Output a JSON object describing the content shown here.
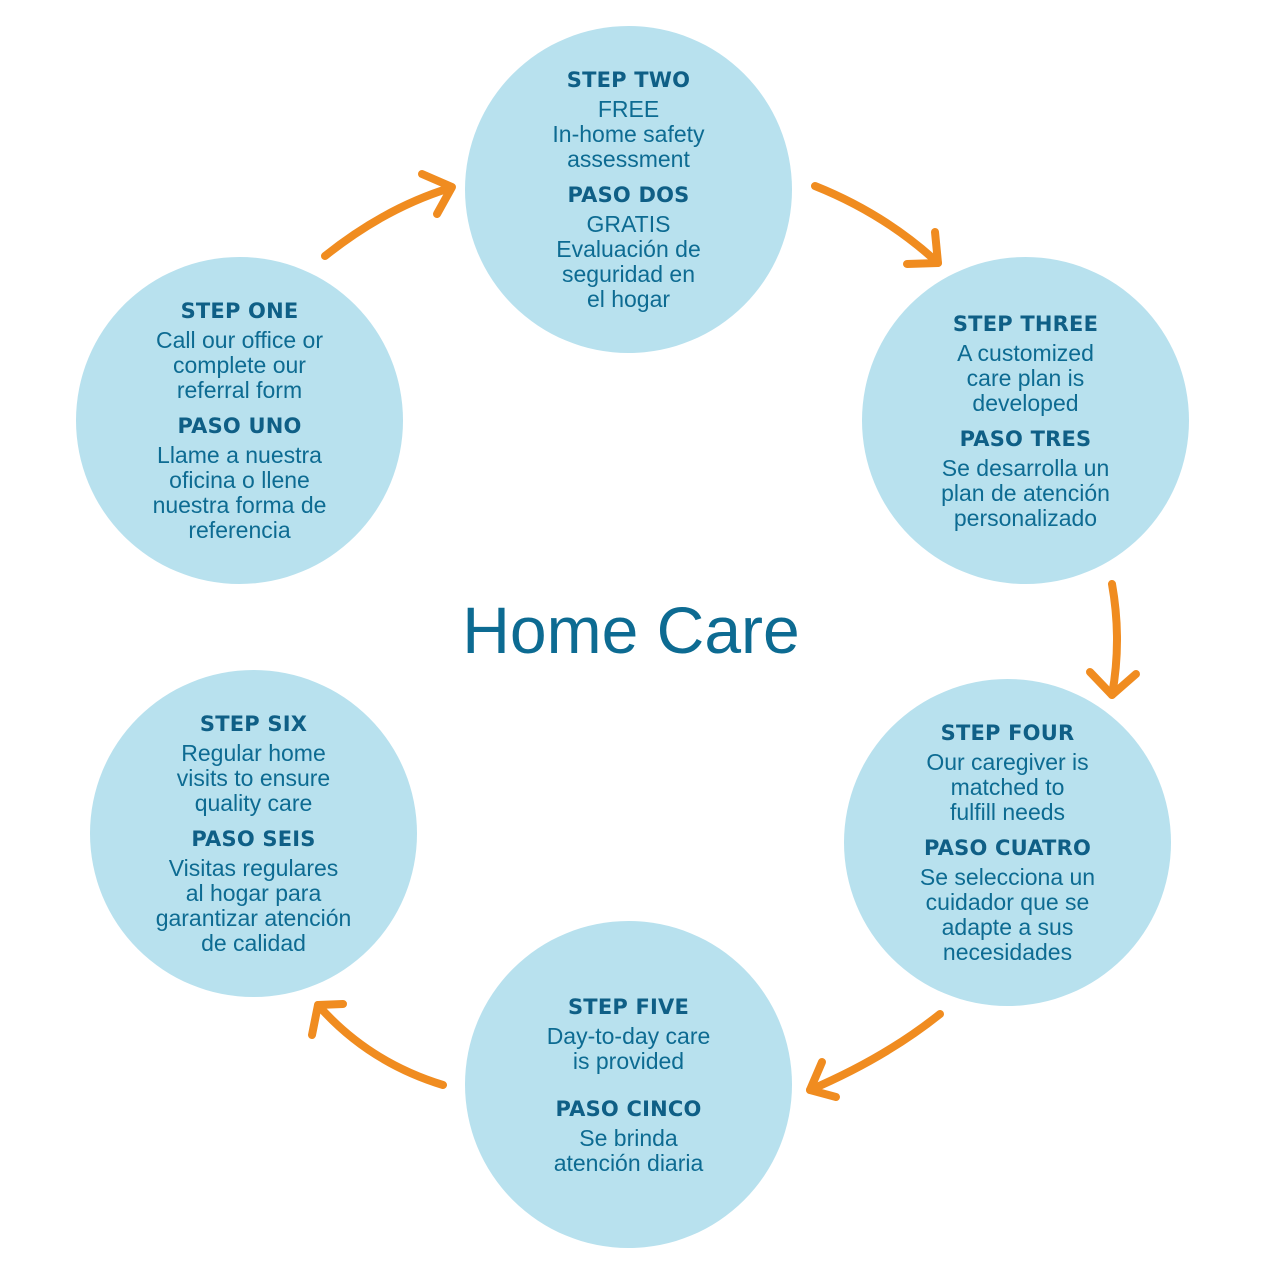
{
  "title": "Home Care",
  "colors": {
    "circle_fill": "#b8e1ee",
    "text": "#0d6b92",
    "arrow": "#f08c20"
  },
  "steps": [
    {
      "en_heading": "STEP ONE",
      "en_text": "Call our office or\ncomplete our\nreferral form",
      "es_heading": "PASO UNO",
      "es_text": "Llame a nuestra\noficina o llene\nnuestra forma de\nreferencia"
    },
    {
      "en_heading": "STEP TWO",
      "en_text": "FREE\nIn-home safety\nassessment",
      "es_heading": "PASO DOS",
      "es_text": "GRATIS\nEvaluación de\nseguridad en\nel hogar"
    },
    {
      "en_heading": "STEP THREE",
      "en_text": "A customized\ncare plan is\ndeveloped",
      "es_heading": "PASO TRES",
      "es_text": "Se desarrolla un\nplan de atención\npersonalizado"
    },
    {
      "en_heading": "STEP FOUR",
      "en_text": "Our caregiver is\nmatched to\nfulfill needs",
      "es_heading": "PASO CUATRO",
      "es_text": "Se selecciona un\ncuidador que se\nadapte a sus\nnecesidades"
    },
    {
      "en_heading": "STEP FIVE",
      "en_text": "Day-to-day care\nis provided",
      "es_heading": "PASO CINCO",
      "es_text": "Se brinda\natención diaria"
    },
    {
      "en_heading": "STEP SIX",
      "en_text": "Regular home\nvisits to ensure\nquality care",
      "es_heading": "PASO SEIS",
      "es_text": "Visitas regulares\nal hogar para\ngarantizar atención\nde calidad"
    }
  ],
  "arrows": [
    {
      "from": "step-one",
      "to": "step-two",
      "icon": "curved-arrow-icon"
    },
    {
      "from": "step-two",
      "to": "step-three",
      "icon": "curved-arrow-icon"
    },
    {
      "from": "step-three",
      "to": "step-four",
      "icon": "curved-arrow-icon"
    },
    {
      "from": "step-four",
      "to": "step-five",
      "icon": "curved-arrow-icon"
    },
    {
      "from": "step-five",
      "to": "step-six",
      "icon": "curved-arrow-icon"
    }
  ]
}
